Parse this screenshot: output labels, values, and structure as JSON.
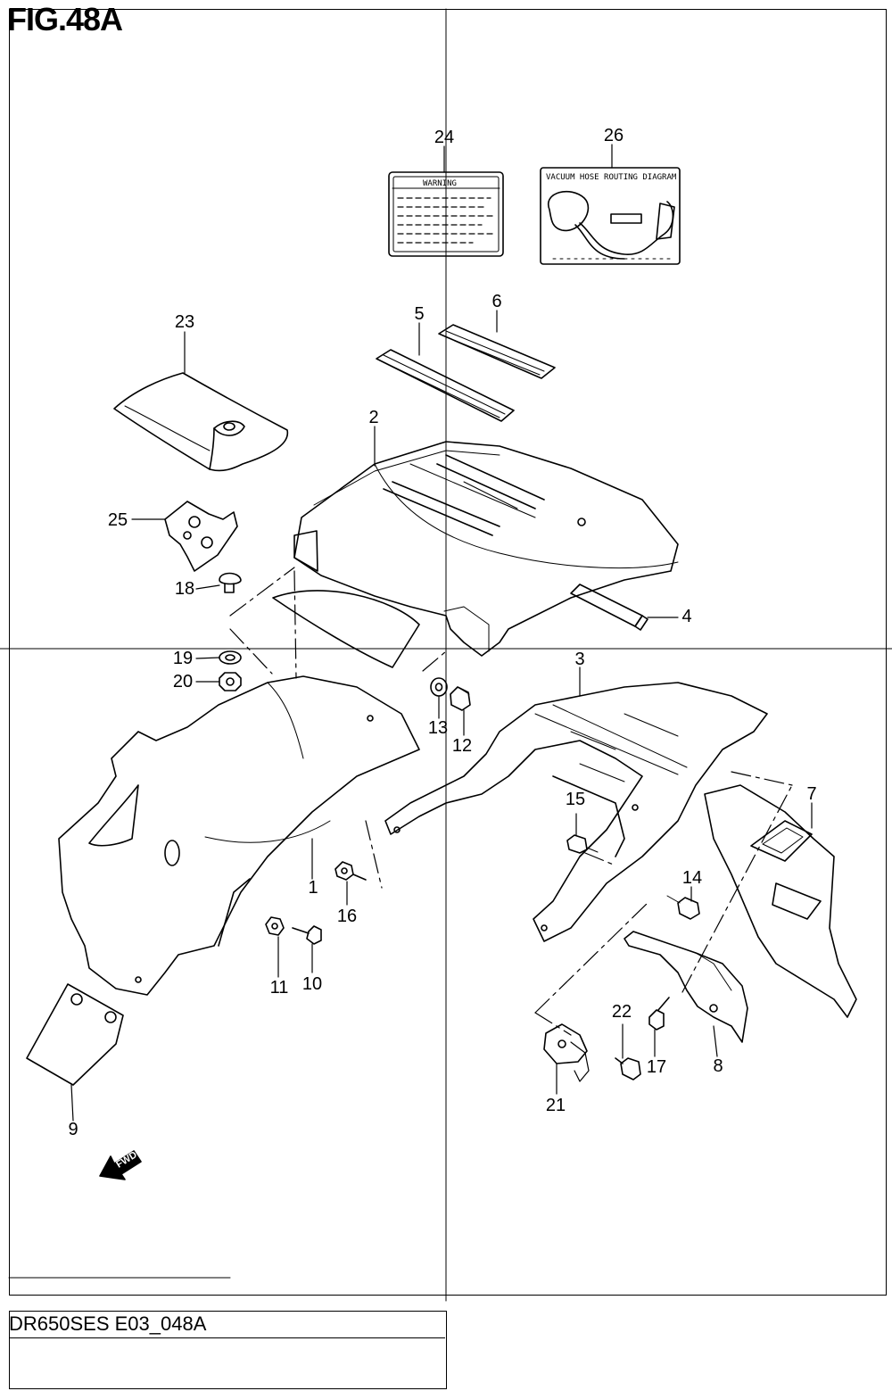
{
  "figure": {
    "title": "FIG.48A",
    "code": "DR650SES E03_048A"
  },
  "labels": {
    "warning_text": "WARNING",
    "diagram_text": "VACUUM HOSE ROUTING DIAGRAM",
    "fwd_text": "FWD"
  },
  "callouts": [
    {
      "id": "1",
      "label": "1"
    },
    {
      "id": "2",
      "label": "2"
    },
    {
      "id": "3",
      "label": "3"
    },
    {
      "id": "4",
      "label": "4"
    },
    {
      "id": "5",
      "label": "5"
    },
    {
      "id": "6",
      "label": "6"
    },
    {
      "id": "7",
      "label": "7"
    },
    {
      "id": "8",
      "label": "8"
    },
    {
      "id": "9",
      "label": "9"
    },
    {
      "id": "10",
      "label": "10"
    },
    {
      "id": "11",
      "label": "11"
    },
    {
      "id": "12",
      "label": "12"
    },
    {
      "id": "13",
      "label": "13"
    },
    {
      "id": "14",
      "label": "14"
    },
    {
      "id": "15",
      "label": "15"
    },
    {
      "id": "16",
      "label": "16"
    },
    {
      "id": "17",
      "label": "17"
    },
    {
      "id": "18",
      "label": "18"
    },
    {
      "id": "19",
      "label": "19"
    },
    {
      "id": "20",
      "label": "20"
    },
    {
      "id": "21",
      "label": "21"
    },
    {
      "id": "22",
      "label": "22"
    },
    {
      "id": "23",
      "label": "23"
    },
    {
      "id": "24",
      "label": "24"
    },
    {
      "id": "25",
      "label": "25"
    },
    {
      "id": "26",
      "label": "26"
    }
  ]
}
